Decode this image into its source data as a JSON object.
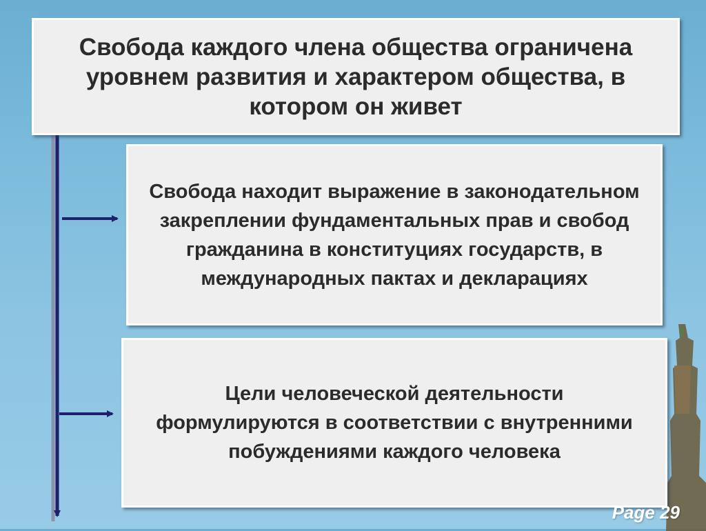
{
  "heading": "Свобода каждого члена общества ограничена уровнем развития и характером общества, в котором он живет",
  "points": [
    "Свобода находит выражение в законодательном закреплении фундаментальных прав и свобод гражданина в конституциях государств, в международных пактах и декларациях",
    "Цели человеческой деятельности формулируются в соответствии с внутренними побуждениями каждого человека"
  ],
  "footer": {
    "page_label": "Page 29"
  },
  "colors": {
    "arrow": "#1f1f6e",
    "box_fill": "#efefef",
    "box_border": "#ffffff",
    "text": "#2b2b2b",
    "background": "#7cbbdc"
  }
}
